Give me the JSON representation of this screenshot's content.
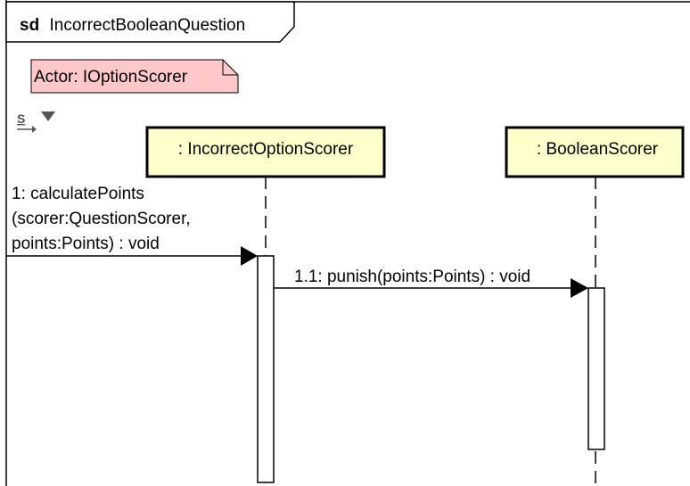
{
  "frame": {
    "keyword": "sd",
    "name": "IncorrectBooleanQuestion"
  },
  "note": {
    "text": "Actor: IOptionScorer",
    "fill": "#ffc8c8"
  },
  "toolbar": {
    "icon": "sort-sequence-icon",
    "dropdown_icon": "dropdown-triangle-icon"
  },
  "lifelines": [
    {
      "label": ": IncorrectOptionScorer"
    },
    {
      "label": ": BooleanScorer"
    }
  ],
  "messages": [
    {
      "lines": [
        "1: calculatePoints",
        "(scorer:QuestionScorer,",
        "points:Points) : void"
      ]
    },
    {
      "lines": [
        "1.1: punish(points:Points) : void"
      ]
    }
  ],
  "colors": {
    "lifeline_fill": "#ffffcc",
    "note_fill": "#ffc8c8",
    "line": "#000000",
    "icon": "#555555"
  }
}
